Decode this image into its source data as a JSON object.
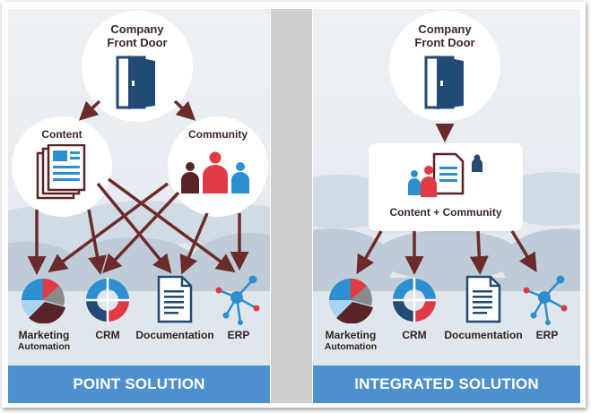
{
  "colors": {
    "arrow": "#6b2b2b",
    "blue": "#2e8fd0",
    "navy": "#214a74",
    "red": "#e03a45",
    "maroon": "#5a2328",
    "banner": "#4c90cd"
  },
  "left": {
    "front_door": {
      "line1": "Company",
      "line2": "Front Door"
    },
    "content_label": "Content",
    "community_label": "Community",
    "banner": "POINT SOLUTION",
    "targets": {
      "marketing": {
        "line1": "Marketing",
        "line2": "Automation"
      },
      "crm": "CRM",
      "documentation": "Documentation",
      "erp": "ERP"
    }
  },
  "right": {
    "front_door": {
      "line1": "Company",
      "line2": "Front Door"
    },
    "hub_label": "Content + Community",
    "banner": "INTEGRATED SOLUTION",
    "targets": {
      "marketing": {
        "line1": "Marketing",
        "line2": "Automation"
      },
      "crm": "CRM",
      "documentation": "Documentation",
      "erp": "ERP"
    }
  }
}
